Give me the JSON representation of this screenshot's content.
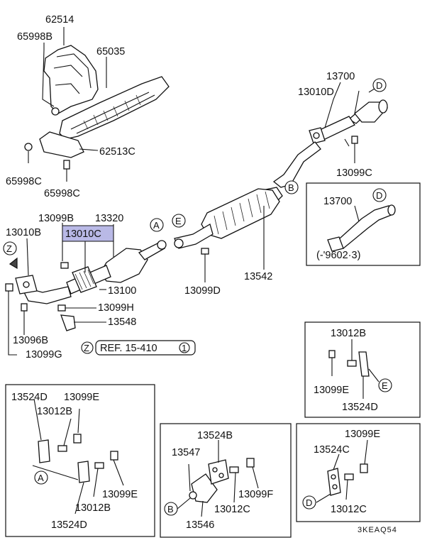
{
  "labels": {
    "p62514": "62514",
    "p65998B": "65998B",
    "p65035": "65035",
    "p62513C": "62513C",
    "p65998C_a": "65998C",
    "p65998C_b": "65998C",
    "p13700": "13700",
    "p13010D": "13010D",
    "p13099C": "13099C",
    "p13700_inset": "13700",
    "inset_date": "(-'9602·3)",
    "p13099B": "13099B",
    "p13320": "13320",
    "p13010B": "13010B",
    "p13010C": "13010C",
    "p13100": "13100",
    "p13099H": "13099H",
    "p13548": "13548",
    "p13096B": "13096B",
    "p13099G": "13099G",
    "p13542": "13542",
    "p13099D": "13099D",
    "ref": "REF. 15-410",
    "ref_num": "1",
    "p13012B_e": "13012B",
    "p13099E_e": "13099E",
    "p13524D_e": "13524D",
    "p13524D_a1": "13524D",
    "p13099E_a1": "13099E",
    "p13012B_a1": "13012B",
    "p13099E_a2": "13099E",
    "p13012B_a2": "13012B",
    "p13524D_a2": "13524D",
    "p13524B": "13524B",
    "p13547": "13547",
    "p13099F": "13099F",
    "p13012C_b": "13012C",
    "p13546": "13546",
    "p13099E_d": "13099E",
    "p13524C": "13524C",
    "p13012C_d": "13012C",
    "code": "3KEAQ54"
  },
  "markers": {
    "A": "A",
    "B": "B",
    "D": "D",
    "E": "E",
    "Z": "Z"
  },
  "colors": {
    "highlight": "#b9b9e6",
    "ink": "#111111"
  }
}
